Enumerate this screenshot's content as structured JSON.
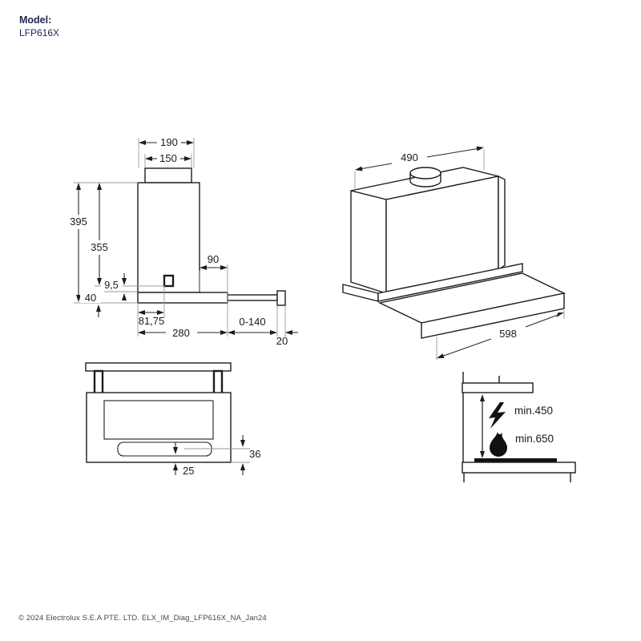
{
  "model": {
    "label": "Model:",
    "value": "LFP616X"
  },
  "colors": {
    "brand_navy": "#1f2451",
    "line": "#1c1c1c",
    "extension_line": "#9a9a9a",
    "footer_gray": "#4a4a4a"
  },
  "front_view": {
    "dims": {
      "chimney_outer_width": "190",
      "chimney_inner_width": "150",
      "total_height": "395",
      "body_height": "355",
      "switch_offset": "9,5",
      "canopy_height": "40",
      "rear_overhang": "90",
      "switch_from_left": "81,75",
      "canopy_depth": "280",
      "telescopic_travel": "0-140",
      "handle_thickness": "20"
    }
  },
  "perspective_view": {
    "dims": {
      "cassette_width": "490",
      "visor_width": "598"
    }
  },
  "bottom_view": {
    "dims": {
      "handle_to_bottom": "36",
      "handle_inset": "25"
    }
  },
  "installation_view": {
    "electric_clearance": "min.450",
    "gas_clearance": "min.650"
  },
  "footer": {
    "text": "© 2024 Electrolux S.E.A PTE. LTD. ELX_IM_Diag_LFP616X_NA_Jan24"
  }
}
